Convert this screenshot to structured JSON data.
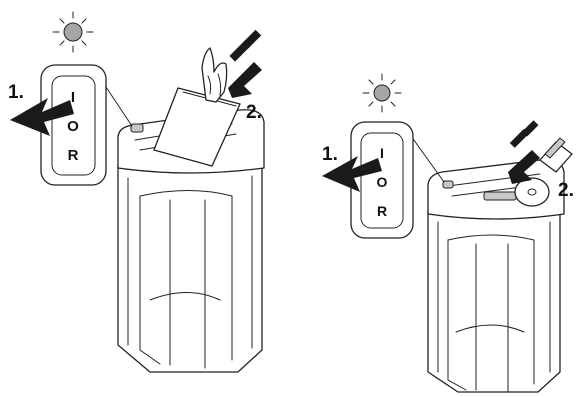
{
  "left_panel": {
    "step1_label": "1.",
    "step2_label": "2.",
    "switch": {
      "on": "I",
      "off": "O",
      "reverse": "R"
    }
  },
  "right_panel": {
    "step1_label": "1.",
    "step2_label": "2.",
    "switch": {
      "on": "I",
      "off": "O",
      "reverse": "R"
    }
  },
  "colors": {
    "lamp": "#a6a6a6",
    "line": "#222222",
    "arrow": "#1a1a1a"
  }
}
